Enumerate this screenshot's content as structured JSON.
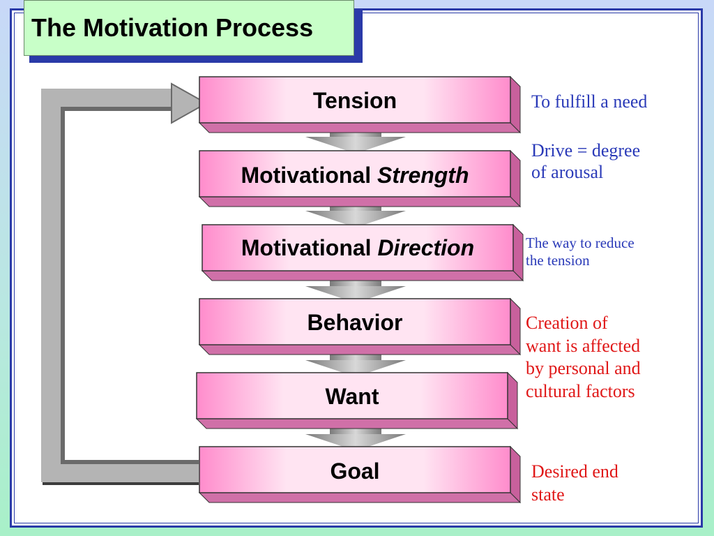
{
  "title": "The Motivation Process",
  "steps": [
    {
      "name": "tension",
      "plain": "Tension",
      "italic": ""
    },
    {
      "name": "strength",
      "plain": "Motivational ",
      "italic": "Strength"
    },
    {
      "name": "direction",
      "plain": "Motivational ",
      "italic": "Direction"
    },
    {
      "name": "behavior",
      "plain": "Behavior",
      "italic": ""
    },
    {
      "name": "want",
      "plain": "Want",
      "italic": ""
    },
    {
      "name": "goal",
      "plain": "Goal",
      "italic": ""
    }
  ],
  "annotations": {
    "need": "To fulfill a need",
    "drive_1": "Drive = degree",
    "drive_2": "of arousal",
    "way_1": "The way to reduce",
    "way_2": "the tension",
    "creation_1": "Creation of",
    "creation_2": "want is affected",
    "creation_3": "by personal and",
    "creation_4": "cultural factors",
    "desired_1": "Desired end",
    "desired_2": "state"
  },
  "colors": {
    "box_pink": "#ff9ed2",
    "box_light": "#ffe4f2",
    "frame_blue": "#2a3aa8",
    "annotation_blue": "#2a3ab8",
    "annotation_red": "#e01818",
    "title_bg": "#c8ffc8"
  }
}
